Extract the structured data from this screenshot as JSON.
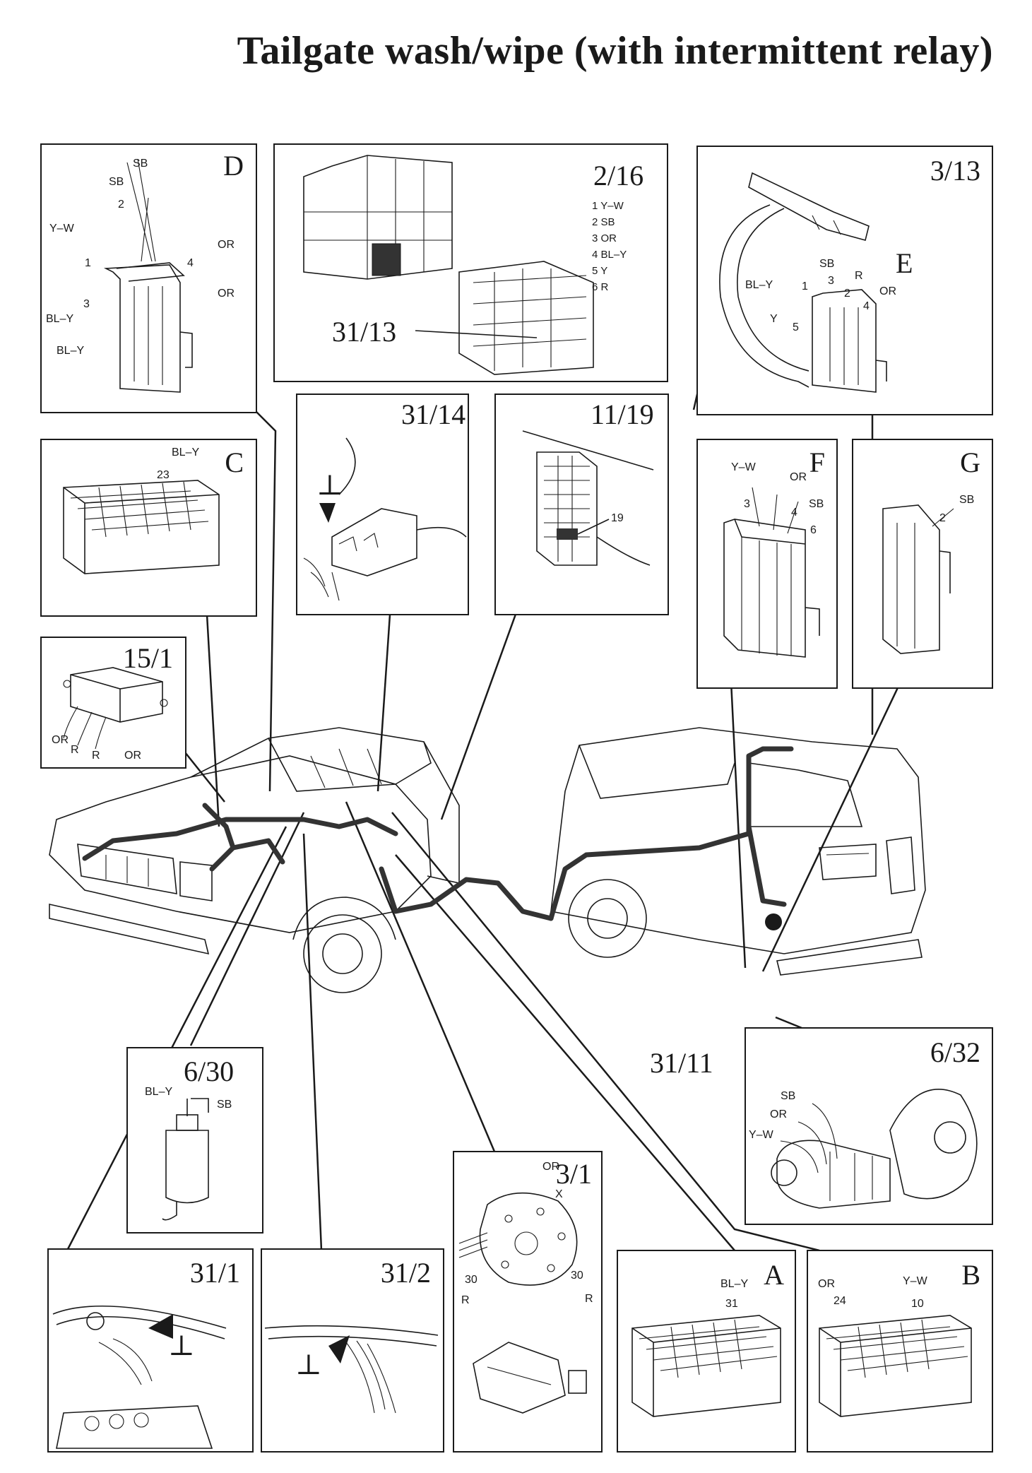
{
  "title": "Tailgate wash/wipe (with intermittent relay)",
  "panels": {
    "D": {
      "heading": "D",
      "labels": [
        "SB",
        "SB",
        "2",
        "Y–W",
        "1",
        "OR",
        "4",
        "OR",
        "3",
        "BL–Y",
        "BL–Y"
      ]
    },
    "p216": {
      "heading": "2/16",
      "legend": [
        "1 Y–W",
        "2 SB",
        "3 OR",
        "4 BL–Y",
        "5 Y",
        "6 R"
      ],
      "sub": "31/13"
    },
    "p313": {
      "heading": "3/13",
      "sub": "E",
      "labels": [
        "SB",
        "BL–Y",
        "1",
        "3",
        "R",
        "2",
        "OR",
        "4",
        "Y",
        "5"
      ]
    },
    "C": {
      "heading": "C",
      "labels": [
        "BL–Y",
        "23"
      ]
    },
    "p3114": {
      "heading": "31/14",
      "ground": "⊥"
    },
    "p1119": {
      "heading": "11/19",
      "labels": [
        "19"
      ]
    },
    "F": {
      "heading": "F",
      "labels": [
        "Y–W",
        "OR",
        "SB",
        "3",
        "4",
        "6"
      ]
    },
    "G": {
      "heading": "G",
      "labels": [
        "SB",
        "2"
      ]
    },
    "p151": {
      "heading": "15/1",
      "labels": [
        "OR",
        "R",
        "R",
        "OR"
      ]
    },
    "p3111": {
      "heading": "31/11"
    },
    "p632": {
      "heading": "6/32",
      "labels": [
        "SB",
        "OR",
        "Y–W"
      ]
    },
    "p630": {
      "heading": "6/30",
      "labels": [
        "BL–Y",
        "SB"
      ]
    },
    "p31": {
      "heading": "3/1",
      "labels": [
        "OR",
        "X",
        "30",
        "30",
        "R",
        "R"
      ]
    },
    "p311": {
      "heading": "31/1",
      "ground": "⊥"
    },
    "p312": {
      "heading": "31/2",
      "ground": "⊥"
    },
    "A": {
      "heading": "A",
      "labels": [
        "BL–Y",
        "31"
      ]
    },
    "B": {
      "heading": "B",
      "labels": [
        "OR",
        "24",
        "Y–W",
        "10"
      ]
    }
  }
}
